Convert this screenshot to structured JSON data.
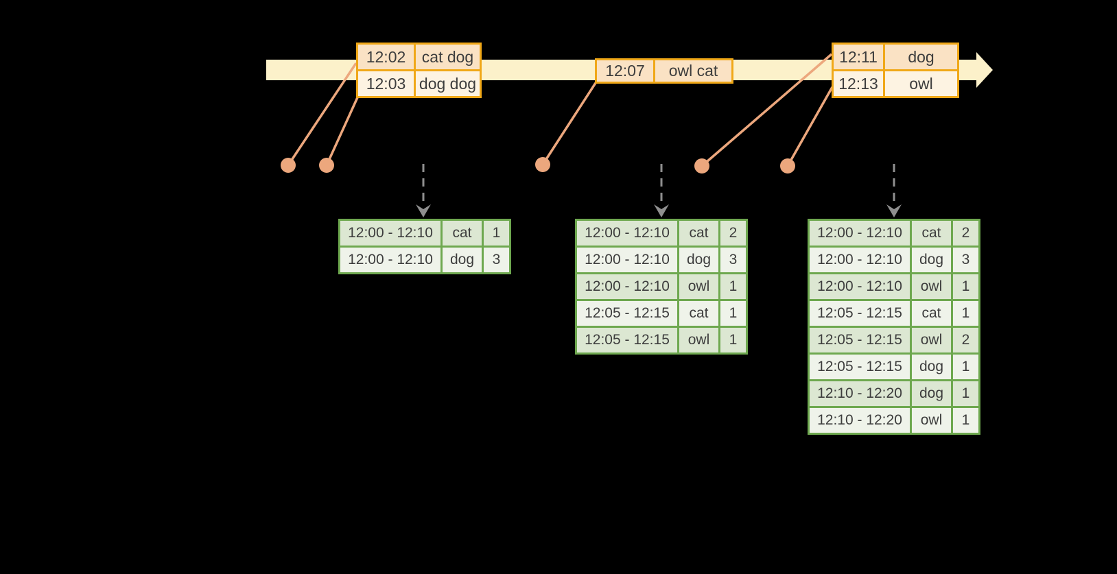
{
  "colors": {
    "background": "#000000",
    "timeline_band": "#FCF1CA",
    "event_border": "#F0A818",
    "event_row_dark": "#FAE2C4",
    "event_row_light": "#FDF3E2",
    "result_border": "#6EA84F",
    "result_row_dark": "#DCE7D2",
    "result_row_light": "#EFF3EA",
    "connector": "#ECA77D",
    "trigger_arrow": "#8F8F8F",
    "text": "#3D3D3D"
  },
  "event_tables": [
    {
      "rows": [
        {
          "time": "12:02",
          "words": "cat dog"
        },
        {
          "time": "12:03",
          "words": "dog dog"
        }
      ]
    },
    {
      "rows": [
        {
          "time": "12:07",
          "words": "owl cat"
        }
      ]
    },
    {
      "rows": [
        {
          "time": "12:11",
          "words": "dog"
        },
        {
          "time": "12:13",
          "words": "owl"
        }
      ]
    }
  ],
  "result_tables": [
    {
      "rows": [
        {
          "window": "12:00 - 12:10",
          "word": "cat",
          "count": 1
        },
        {
          "window": "12:00 - 12:10",
          "word": "dog",
          "count": 3
        }
      ]
    },
    {
      "rows": [
        {
          "window": "12:00 - 12:10",
          "word": "cat",
          "count": 2
        },
        {
          "window": "12:00 - 12:10",
          "word": "dog",
          "count": 3
        },
        {
          "window": "12:00 - 12:10",
          "word": "owl",
          "count": 1
        },
        {
          "window": "12:05 - 12:15",
          "word": "cat",
          "count": 1
        },
        {
          "window": "12:05 - 12:15",
          "word": "owl",
          "count": 1
        }
      ]
    },
    {
      "rows": [
        {
          "window": "12:00 - 12:10",
          "word": "cat",
          "count": 2
        },
        {
          "window": "12:00 - 12:10",
          "word": "dog",
          "count": 3
        },
        {
          "window": "12:00 - 12:10",
          "word": "owl",
          "count": 1
        },
        {
          "window": "12:05 - 12:15",
          "word": "cat",
          "count": 1
        },
        {
          "window": "12:05 - 12:15",
          "word": "owl",
          "count": 2
        },
        {
          "window": "12:05 - 12:15",
          "word": "dog",
          "count": 1
        },
        {
          "window": "12:10 - 12:20",
          "word": "dog",
          "count": 1
        },
        {
          "window": "12:10 - 12:20",
          "word": "owl",
          "count": 1
        }
      ]
    }
  ]
}
